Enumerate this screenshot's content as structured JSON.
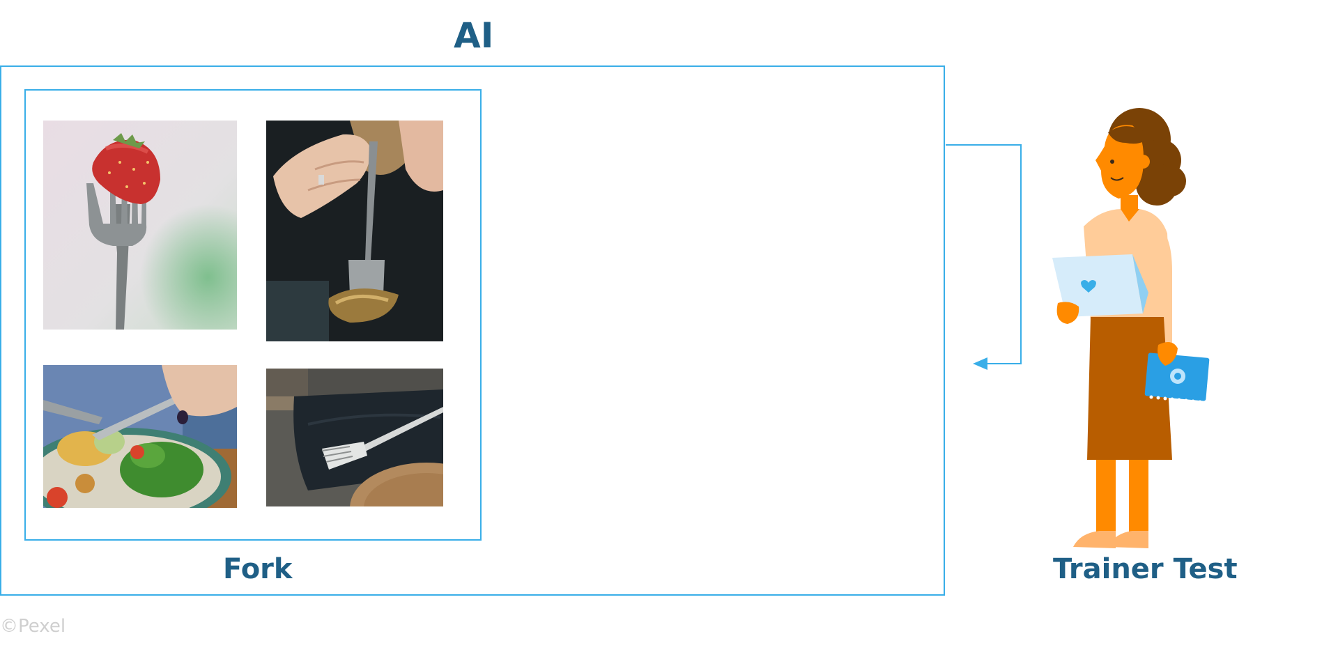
{
  "diagram": {
    "title": "AI",
    "group_label": "Fork",
    "actor_label": "Trainer Test",
    "credit": "©Pexel"
  },
  "photos": [
    {
      "name": "strawberry-on-fork-photo"
    },
    {
      "name": "person-eating-with-fork-photo"
    },
    {
      "name": "salad-plate-with-fork-photo"
    },
    {
      "name": "fork-on-napkin-photo"
    }
  ],
  "colors": {
    "accent": "#39aee8",
    "heading": "#1f5f86",
    "credit": "#cfcfcf"
  }
}
